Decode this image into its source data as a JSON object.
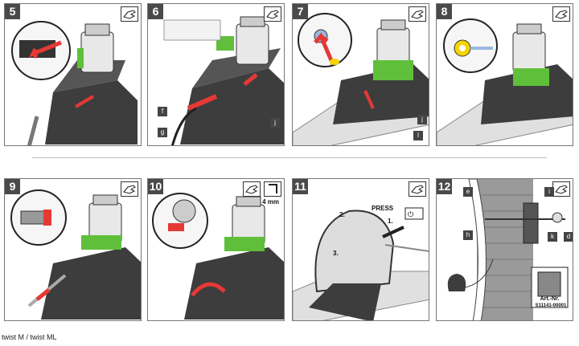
{
  "steps": [
    {
      "number": "5",
      "labels": []
    },
    {
      "number": "6",
      "labels": [
        "f",
        "g",
        "j"
      ]
    },
    {
      "number": "7",
      "labels": [
        "j",
        "l"
      ]
    },
    {
      "number": "8",
      "labels": []
    },
    {
      "number": "9",
      "labels": []
    },
    {
      "number": "10",
      "labels": [],
      "tool_size": "4 mm"
    },
    {
      "number": "11",
      "labels": [],
      "press_label": "PRESS",
      "callouts": [
        "1.",
        "2.",
        "3."
      ]
    },
    {
      "number": "12",
      "labels": [
        "e",
        "i",
        "h",
        "k",
        "d"
      ],
      "article_label": "Art.-Nr.",
      "article_number": "S11141-00001"
    }
  ],
  "footer": {
    "product": "twist M / twist ML"
  },
  "colors": {
    "accent_red": "#e53935",
    "accent_yellow": "#f5d400",
    "board_green": "#5fbf3a",
    "badge_gray": "#4a4a4a"
  },
  "icons": [
    "hand-icon",
    "hex-key-icon",
    "motor-icon",
    "arrow-icon",
    "plug-icon"
  ]
}
